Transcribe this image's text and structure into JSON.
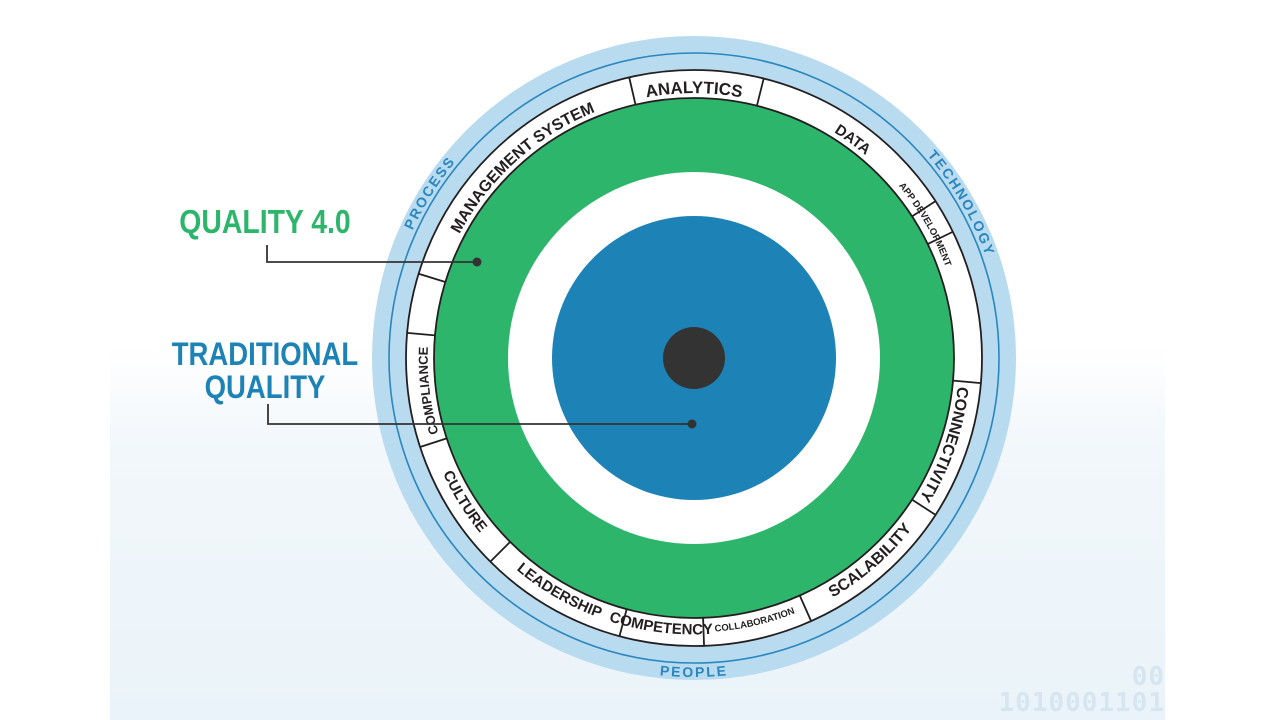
{
  "labels": {
    "quality40": "QUALITY 4.0",
    "traditional": [
      "TRADITIONAL",
      "QUALITY"
    ]
  },
  "outer_ring_labels": [
    "PROCESS",
    "TECHNOLOGY",
    "PEOPLE"
  ],
  "segments": [
    "ANALYTICS",
    "DATA",
    "APP DEVELOPMENT",
    "CONNECTIVITY",
    "SCALABILITY",
    "COLLABORATION",
    "COMPETENCY",
    "LEADERSHIP",
    "CULTURE",
    "COMPLIANCE",
    "MANAGEMENT SYSTEM"
  ],
  "background_text": [
    "00",
    "1010001101"
  ],
  "colors": {
    "quality40": "#2db56b",
    "traditional": "#1d82b5",
    "outer_ring": "#b9dbef",
    "outer_ring_line": "#2a86bf",
    "segment_ring": "#ffffff",
    "segment_border": "#231f20",
    "center_dot": "#333333",
    "inner_white": "#ffffff"
  }
}
